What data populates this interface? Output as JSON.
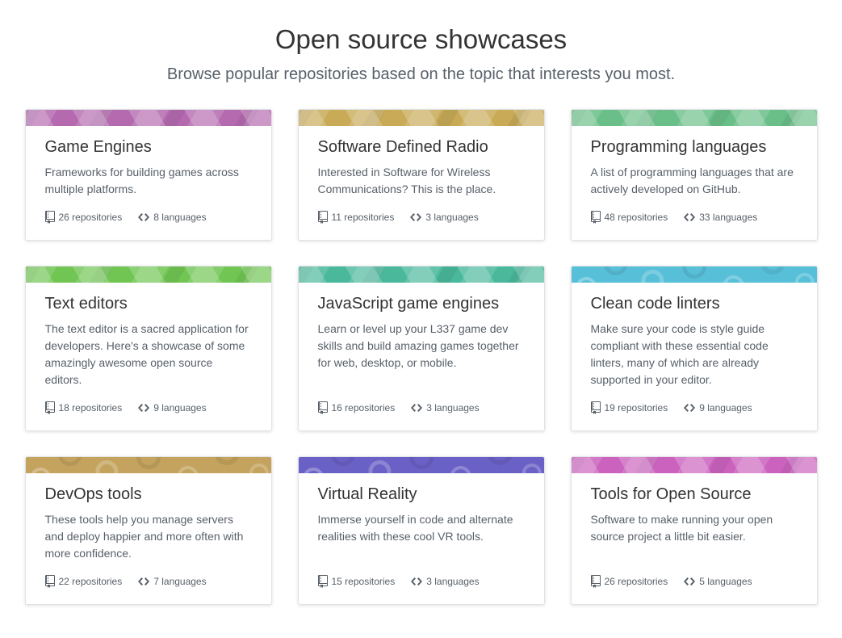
{
  "page": {
    "title": "Open source showcases",
    "subtitle": "Browse popular repositories based on the topic that interests you most."
  },
  "icons": {
    "repositories": "repo-icon",
    "languages": "code-icon"
  },
  "cards": [
    {
      "title": "Game Engines",
      "description": "Frameworks for building games across multiple platforms.",
      "repositories": "26 repositories",
      "languages": "8 languages",
      "band": {
        "color": "#b56ab0",
        "pattern": "triangles"
      }
    },
    {
      "title": "Software Defined Radio",
      "description": "Interested in Software for Wireless Communications? This is the place.",
      "repositories": "11 repositories",
      "languages": "3 languages",
      "band": {
        "color": "#c8aa57",
        "pattern": "triangles"
      }
    },
    {
      "title": "Programming languages",
      "description": "A list of programming languages that are actively developed on GitHub.",
      "repositories": "48 repositories",
      "languages": "33 languages",
      "band": {
        "color": "#6abf89",
        "pattern": "triangles"
      }
    },
    {
      "title": "Text editors",
      "description": "The text editor is a sacred application for developers. Here's a showcase of some amazingly awesome open source editors.",
      "repositories": "18 repositories",
      "languages": "9 languages",
      "band": {
        "color": "#70c553",
        "pattern": "triangles"
      }
    },
    {
      "title": "JavaScript game engines",
      "description": "Learn or level up your L337 game dev skills and build amazing games together for web, desktop, or mobile.",
      "repositories": "16 repositories",
      "languages": "3 languages",
      "band": {
        "color": "#49b89b",
        "pattern": "triangles"
      }
    },
    {
      "title": "Clean code linters",
      "description": "Make sure your code is style guide compliant with these essential code linters, many of which are already supported in your editor.",
      "repositories": "19 repositories",
      "languages": "9 languages",
      "band": {
        "color": "#58bfd9",
        "pattern": "circles"
      }
    },
    {
      "title": "DevOps tools",
      "description": "These tools help you manage servers and deploy happier and more often with more confidence.",
      "repositories": "22 repositories",
      "languages": "7 languages",
      "band": {
        "color": "#c3a35d",
        "pattern": "circles"
      }
    },
    {
      "title": "Virtual Reality",
      "description": "Immerse yourself in code and alternate realities with these cool VR tools.",
      "repositories": "15 repositories",
      "languages": "3 languages",
      "band": {
        "color": "#6a61c6",
        "pattern": "circles"
      }
    },
    {
      "title": "Tools for Open Source",
      "description": "Software to make running your open source project a little bit easier.",
      "repositories": "26 repositories",
      "languages": "5 languages",
      "band": {
        "color": "#cb62be",
        "pattern": "triangles"
      }
    }
  ]
}
